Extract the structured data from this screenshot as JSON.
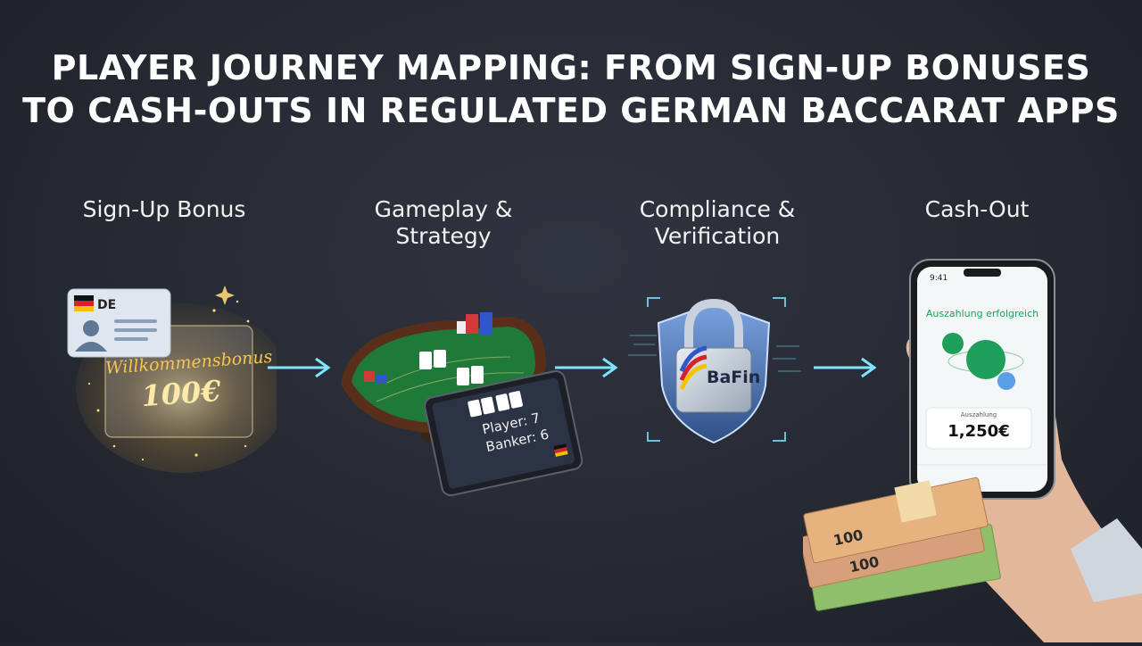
{
  "title": {
    "line1": "PLAYER JOURNEY MAPPING: FROM SIGN-UP BONUSES",
    "line2": "TO CASH-OUTS IN REGULATED GERMAN BACCARAT APPS"
  },
  "stages": [
    {
      "label_line1": "Sign-Up Bonus",
      "label_line2": "",
      "id_card_country": "DE",
      "bonus_name": "Willkommensbonus",
      "bonus_amount": "100€",
      "icons": [
        "german-flag-icon",
        "user-avatar-icon",
        "sparkle-icon"
      ]
    },
    {
      "label_line1": "Gameplay &",
      "label_line2": "Strategy",
      "tablet_player": "Player: 7",
      "tablet_banker": "Banker: 6",
      "icons": [
        "baccarat-table-icon",
        "playing-card-icon",
        "chip-stack-icon",
        "german-flag-icon"
      ]
    },
    {
      "label_line1": "Compliance &",
      "label_line2": "Verification",
      "regulator": "BaFin",
      "icons": [
        "padlock-icon",
        "shield-icon",
        "scan-frame-icon"
      ]
    },
    {
      "label_line1": "Cash-Out",
      "label_line2": "",
      "phone_time": "9:41",
      "phone_message": "Auszahlung erfolgreich",
      "phone_amount_caption": "Auszahlung",
      "phone_amount": "1,250€",
      "banknote_value": "100",
      "icons": [
        "smartphone-icon",
        "euro-coin-icon",
        "banknote-stack-icon",
        "hand-icon"
      ]
    }
  ],
  "colors": {
    "background": "#262a33",
    "arrow": "#7fe3ff",
    "gold": "#f6c653",
    "felt": "#1f7a3a",
    "euro_green": "#1fa05a",
    "shield_blue": "#5d8bd0"
  }
}
